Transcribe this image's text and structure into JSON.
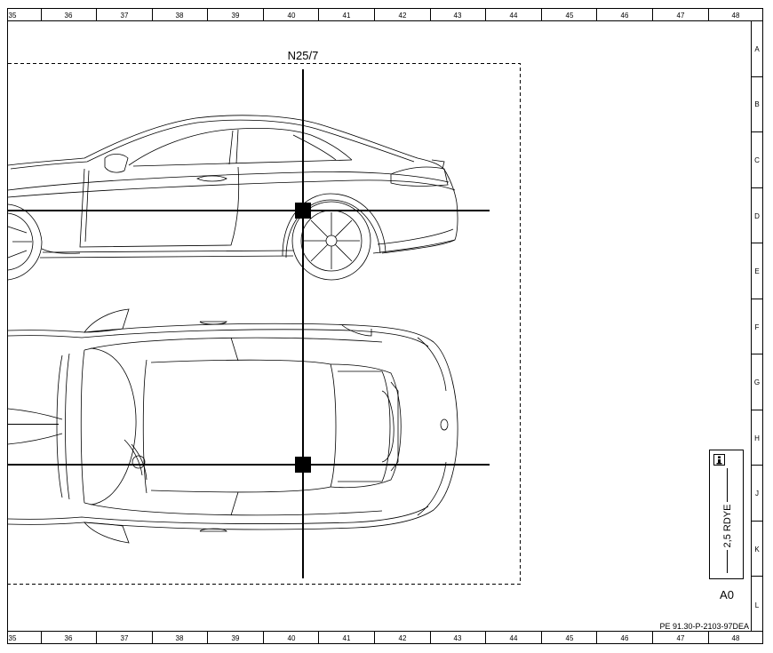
{
  "frame": {
    "columns": [
      "35",
      "36",
      "37",
      "38",
      "39",
      "40",
      "41",
      "42",
      "43",
      "44",
      "45",
      "46",
      "47",
      "48"
    ],
    "rows": [
      "A",
      "B",
      "C",
      "D",
      "E",
      "F",
      "G",
      "H",
      "J",
      "K",
      "L"
    ]
  },
  "diagram": {
    "component_label": "N25/7",
    "wire": {
      "label": "2,5 RDYE",
      "info_icon": "info-icon"
    },
    "connector_label": "A0"
  },
  "footer": {
    "document_code": "PE 91.30-P-2103-97DEA"
  }
}
